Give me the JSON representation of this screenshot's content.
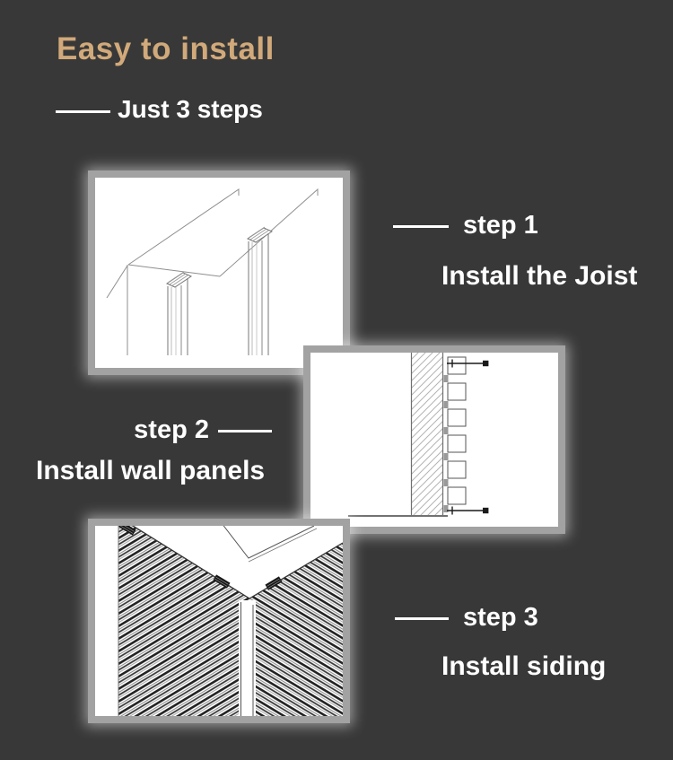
{
  "page": {
    "background_color": "#383838",
    "accent_color": "#d1a97a",
    "text_color": "#ffffff",
    "frame_border_color": "#a2a2a2"
  },
  "header": {
    "title": "Easy to install",
    "subtitle": "Just 3 steps"
  },
  "steps": [
    {
      "label": "step 1",
      "description": "Install the Joist",
      "image_alt": "isometric line drawing of two joists mounted on a wall"
    },
    {
      "label": "step 2",
      "description": "Install wall panels",
      "image_alt": "cross-section drawing of wall panels screwed to a hatched wall"
    },
    {
      "label": "step 3",
      "description": "Install siding",
      "image_alt": "isometric corner view of louvered siding panels with clips"
    }
  ]
}
